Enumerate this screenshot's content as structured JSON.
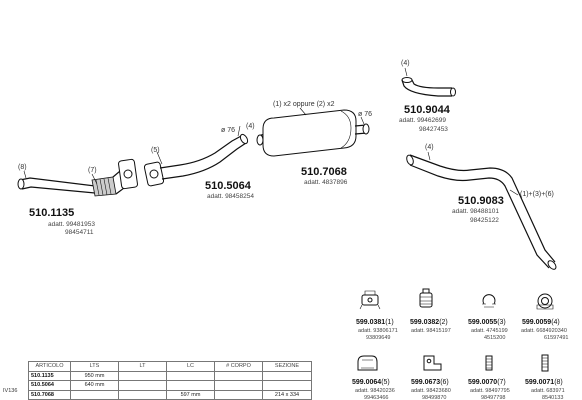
{
  "parts": {
    "p1135": {
      "number": "510.1135",
      "ref1": "(8)",
      "ref2": "(7)",
      "adatt": "adatt. 99481953",
      "adatt2": "98454711"
    },
    "p5064": {
      "number": "510.5064",
      "ref1": "(5)",
      "ref2": "(4)",
      "diam": "ø 76",
      "adatt": "adatt. 98458254"
    },
    "p7068": {
      "number": "510.7068",
      "note": "(1) x2 oppure (2) x2",
      "diam": "ø 76",
      "adatt": "adatt. 4837896"
    },
    "p9044": {
      "number": "510.9044",
      "ref": "(4)",
      "adatt": "adatt. 99462699",
      "adatt2": "98427453"
    },
    "p9083": {
      "number": "510.9083",
      "ref": "(4)",
      "note": "(1)+(3)+(6)",
      "adatt": "adatt. 98488101",
      "adatt2": "98425122"
    }
  },
  "components": [
    {
      "number": "599.0381",
      "qty": "(1)",
      "adatt": "adatt. 93806171",
      "adatt2": "93809649",
      "icon": "rubber-mount-icon"
    },
    {
      "number": "599.0382",
      "qty": "(2)",
      "adatt": "adatt. 98415197",
      "adatt2": "",
      "icon": "rubber-mount-icon"
    },
    {
      "number": "599.0055",
      "qty": "(3)",
      "adatt": "adatt. 4745199",
      "adatt2": "4515200",
      "icon": "clamp-icon"
    },
    {
      "number": "599.0059",
      "qty": "(4)",
      "adatt": "adatt. 6684920340",
      "adatt2": "61597491",
      "icon": "clamp-icon"
    },
    {
      "number": "599.0064",
      "qty": "(5)",
      "adatt": "adatt. 98420236",
      "adatt2": "99463466",
      "icon": "bracket-icon"
    },
    {
      "number": "599.0673",
      "qty": "(6)",
      "adatt": "adatt. 98423680",
      "adatt2": "98499870",
      "icon": "bracket-icon"
    },
    {
      "number": "599.0070",
      "qty": "(7)",
      "adatt": "adatt. 98497795",
      "adatt2": "98497798",
      "icon": "spring-icon"
    },
    {
      "number": "599.0071",
      "qty": "(8)",
      "adatt": "adatt. 683971",
      "adatt2": "8540133",
      "icon": "spring-icon"
    }
  ],
  "table": {
    "code": "IV136",
    "headers": [
      "ARTICOLO",
      "LTS",
      "LT",
      "LC",
      "# CORPO",
      "SEZIONE"
    ],
    "rows": [
      [
        "510.1135",
        "950 mm",
        "",
        "",
        "",
        ""
      ],
      [
        "510.5064",
        "640 mm",
        "",
        "",
        "",
        ""
      ],
      [
        "510.7068",
        "",
        "",
        "597 mm",
        "",
        "214 x 334"
      ]
    ]
  }
}
